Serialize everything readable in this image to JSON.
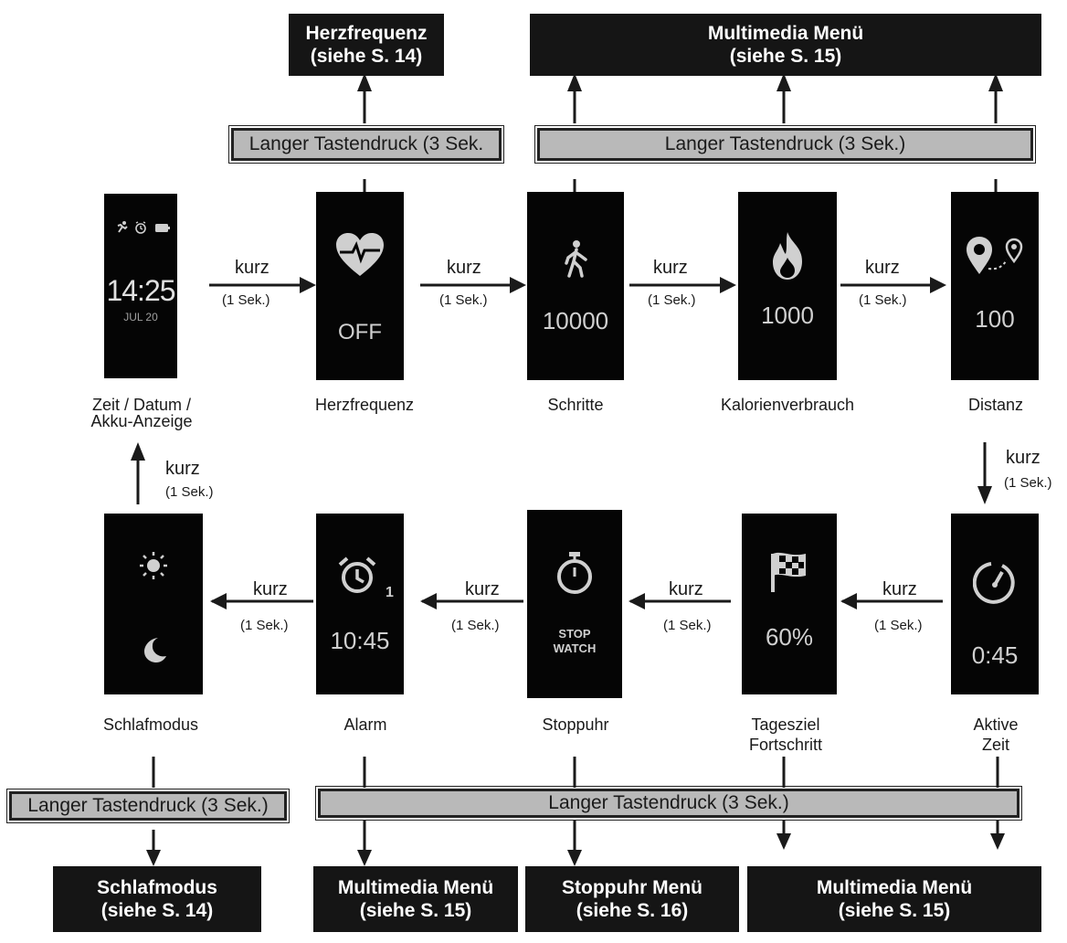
{
  "top_targets": {
    "herzfrequenz": {
      "title": "Herzfrequenz",
      "ref": "(siehe S. 14)"
    },
    "multimedia": {
      "title": "Multimedia Menü",
      "ref": "(siehe S. 15)"
    }
  },
  "long_press": {
    "short_top": "Langer Tastendruck (3 Sek.",
    "long_top": "Langer Tastendruck (3 Sek.)",
    "bottom_left": "Langer Tastendruck (3 Sek.)",
    "bottom_main": "Langer Tastendruck (3 Sek.)"
  },
  "transition": {
    "kurz": "kurz",
    "sek": "(1 Sek.)"
  },
  "screens": {
    "zeit": {
      "time": "14:25",
      "date": "JUL 20",
      "label_1": "Zeit / Datum /",
      "label_2": "Akku-Anzeige",
      "icons": [
        "running-icon",
        "alarm-icon",
        "battery-icon"
      ]
    },
    "herz": {
      "value": "OFF",
      "label": "Herzfrequenz",
      "icon": "heart-pulse-icon"
    },
    "schritte": {
      "value": "10000",
      "label": "Schritte",
      "icon": "walking-icon"
    },
    "kalorien": {
      "value": "1000",
      "label": "Kalorienverbrauch",
      "icon": "flame-icon"
    },
    "distanz": {
      "value": "100",
      "label": "Distanz",
      "icon": "map-pin-icon"
    },
    "aktive": {
      "value": "0:45",
      "label_1": "Aktive",
      "label_2": "Zeit",
      "icon": "timer-icon"
    },
    "tagesziel": {
      "value": "60%",
      "label_1": "Tagesziel",
      "label_2": "Fortschritt",
      "icon": "checkered-flag-icon"
    },
    "stoppuhr": {
      "value_1": "STOP",
      "value_2": "WATCH",
      "label": "Stoppuhr",
      "icon": "stopwatch-icon"
    },
    "alarm": {
      "value": "10:45",
      "badge": "1",
      "label": "Alarm",
      "icon": "alarm-clock-icon"
    },
    "schlaf": {
      "label": "Schlafmodus",
      "icons": [
        "sun-icon",
        "moon-icon"
      ]
    }
  },
  "bottom_targets": {
    "schlafmodus": {
      "title": "Schlafmodus",
      "ref": "(siehe S. 14)"
    },
    "multimedia_1": {
      "title": "Multimedia Menü",
      "ref": "(siehe S. 15)"
    },
    "stoppuhr_menu": {
      "title": "Stoppuhr Menü",
      "ref": "(siehe S. 16)"
    },
    "multimedia_2": {
      "title": "Multimedia Menü",
      "ref": "(siehe S. 15)"
    }
  }
}
